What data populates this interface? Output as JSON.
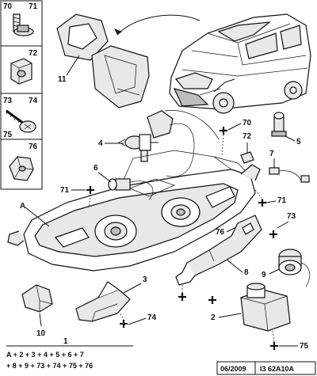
{
  "sidebar": {
    "cells": [
      {
        "top": "70",
        "bottom": "71",
        "icon": "bolt-with-washer-icon"
      },
      {
        "top": "72",
        "bottom": "",
        "icon": "clip-nut-icon"
      },
      {
        "top": "73",
        "bottom": "74",
        "icon": "screw-icon"
      },
      {
        "top": "75",
        "bottom": "76",
        "icon": "spring-clip-icon"
      }
    ]
  },
  "callouts": {
    "n1": "1",
    "n2": "2",
    "n3": "3",
    "n4": "4",
    "n5": "5",
    "n6": "6",
    "n7": "7",
    "n8": "8",
    "n9": "9",
    "n10": "10",
    "n11": "11",
    "n70": "70",
    "n71a": "71",
    "n71b": "71",
    "n72": "72",
    "n73": "73",
    "n74": "74",
    "n75": "75",
    "n76": "76",
    "nA": "A"
  },
  "composition": {
    "line1": "A + 2 + 3 + 4 + 5 + 6 + 7",
    "line2": "+ 8 + 9 + 73 + 74 + 75 + 76"
  },
  "footer": {
    "date": "06/2009",
    "code": "I3 62A10A"
  }
}
